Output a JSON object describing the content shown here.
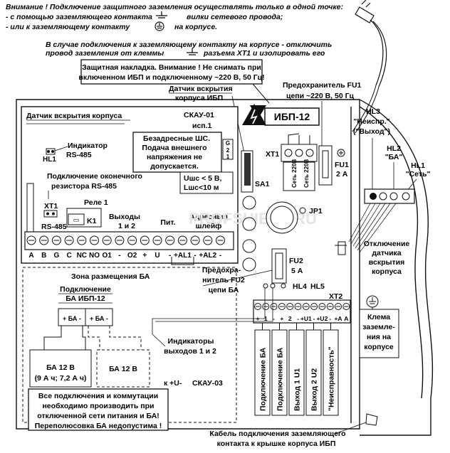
{
  "notes": {
    "line1": "Внимание ! Подключение защитного заземления осуществлять только в одной точке:",
    "line2a": "- с помощью заземляющего контакта",
    "line2b": "вилки сетевого провода;",
    "line3a": "- или к заземляющему контакту",
    "line3b": "на корпусе.",
    "line4": "В случае подключения к заземляющему контакту на корпусе - отключить",
    "line5a": "провод заземления от клеммы",
    "line5b": "разъема XT1 и изолировать его"
  },
  "cover_warning": [
    "Защитная накладка. Внимание ! Не снимать при",
    "включенном ИБП и подключенному ~220 В, 50 Гц!"
  ],
  "tamper_sensor_label": [
    "Датчик вскрытия",
    "корпуса ИБП"
  ],
  "fuse1_label": [
    "Предохранитель FU1",
    "цепи ~220 В, 50 Гц"
  ],
  "led_labels": {
    "hl3": [
      "HL3",
      "\"Неиспр.\"",
      "(\"Выход\")"
    ],
    "hl2": [
      "HL2",
      "\"БА\""
    ],
    "hl1": [
      "HL1",
      "\"Сеть\""
    ]
  },
  "model_label": "ИБП-12",
  "skau": {
    "board_title": "СКАУ-01",
    "board_subtitle": "исп.1",
    "board_bottom": "СКАУ-03",
    "plus_u": "к +U-",
    "case_sensor": "Датчик вскрытия корпуса",
    "indicator": [
      "Индикатор",
      "RS-485"
    ],
    "hl1_small": "HL1",
    "terminator": [
      "Подключение оконечного",
      "резистора RS-485"
    ],
    "xt1": "XT1",
    "relay": "Реле 1",
    "k1": "K1",
    "rs485": "RS-485",
    "outputs": [
      "Выходы",
      "1 и 2"
    ],
    "pit": "Пит.",
    "address": [
      "Адресный",
      "шлейф"
    ],
    "warning_box": [
      "Безадресные ШС.",
      "Подача внешнего",
      "напряжения не",
      "допускается."
    ],
    "limits": [
      "Uшс < 5 В,",
      "Lшс<10 м"
    ],
    "terminal_labels": [
      "A",
      "B",
      "G",
      "C",
      "NC",
      "NO",
      "O1",
      "-",
      "O2",
      "+",
      "U",
      "-",
      "+AL1",
      "-",
      "+AL2",
      "-"
    ],
    "g_labels": [
      "G",
      "2",
      "1"
    ]
  },
  "sa1": "SA1",
  "xt1_main": "XT1",
  "net_terms": [
    "Сеть 220В",
    "Сеть 220В"
  ],
  "fu1": [
    "FU1",
    "2 А"
  ],
  "jp1": "JP1",
  "fu2": [
    "FU2",
    "5 А"
  ],
  "fu2_label": [
    "Предохра-",
    "нитель FU2",
    "цепи БА"
  ],
  "hl45": [
    "HL4",
    "HL5"
  ],
  "xt2": "XT2",
  "xt2_terms": [
    "+",
    "1",
    "-",
    "+",
    "2",
    "-",
    "+U1",
    "-",
    "+U2",
    "-",
    "+A",
    "A"
  ],
  "disconnect_label": [
    "Отключение",
    "датчика",
    "вскрытия",
    "корпуса"
  ],
  "ground_label": [
    "Клема",
    "заземле-",
    "ния на",
    "корпусе"
  ],
  "indicators_label": [
    "Индикаторы",
    "выходов 1 и 2"
  ],
  "battery_zone": {
    "title": "Зона размещения БА",
    "connect": [
      "Подключение",
      "БА ИБП-12"
    ],
    "ba_terms": [
      "+ БА -",
      "+ БА -"
    ],
    "battery1": [
      "БА 12 В",
      "(9 А ч; 7,2 А ч)"
    ],
    "battery2": "БА 12 В",
    "plus": "+",
    "minus": "-"
  },
  "bottom_warning": [
    "Все подключения и коммутации",
    "необходимо производить при",
    "отключенной сети питания и БА!",
    "Переполюсовка БА недопустима !"
  ],
  "vertical_labels": [
    "Подключение БА",
    "Подключение БА",
    "Выход 1 U1",
    "Выход 2 U2",
    "\"Неисправность\""
  ],
  "cable_label": [
    "Кабель подключения заземляющего",
    "контакта к крышке корпуса ИБП"
  ],
  "watermark": "PROFSHIELD.RU"
}
